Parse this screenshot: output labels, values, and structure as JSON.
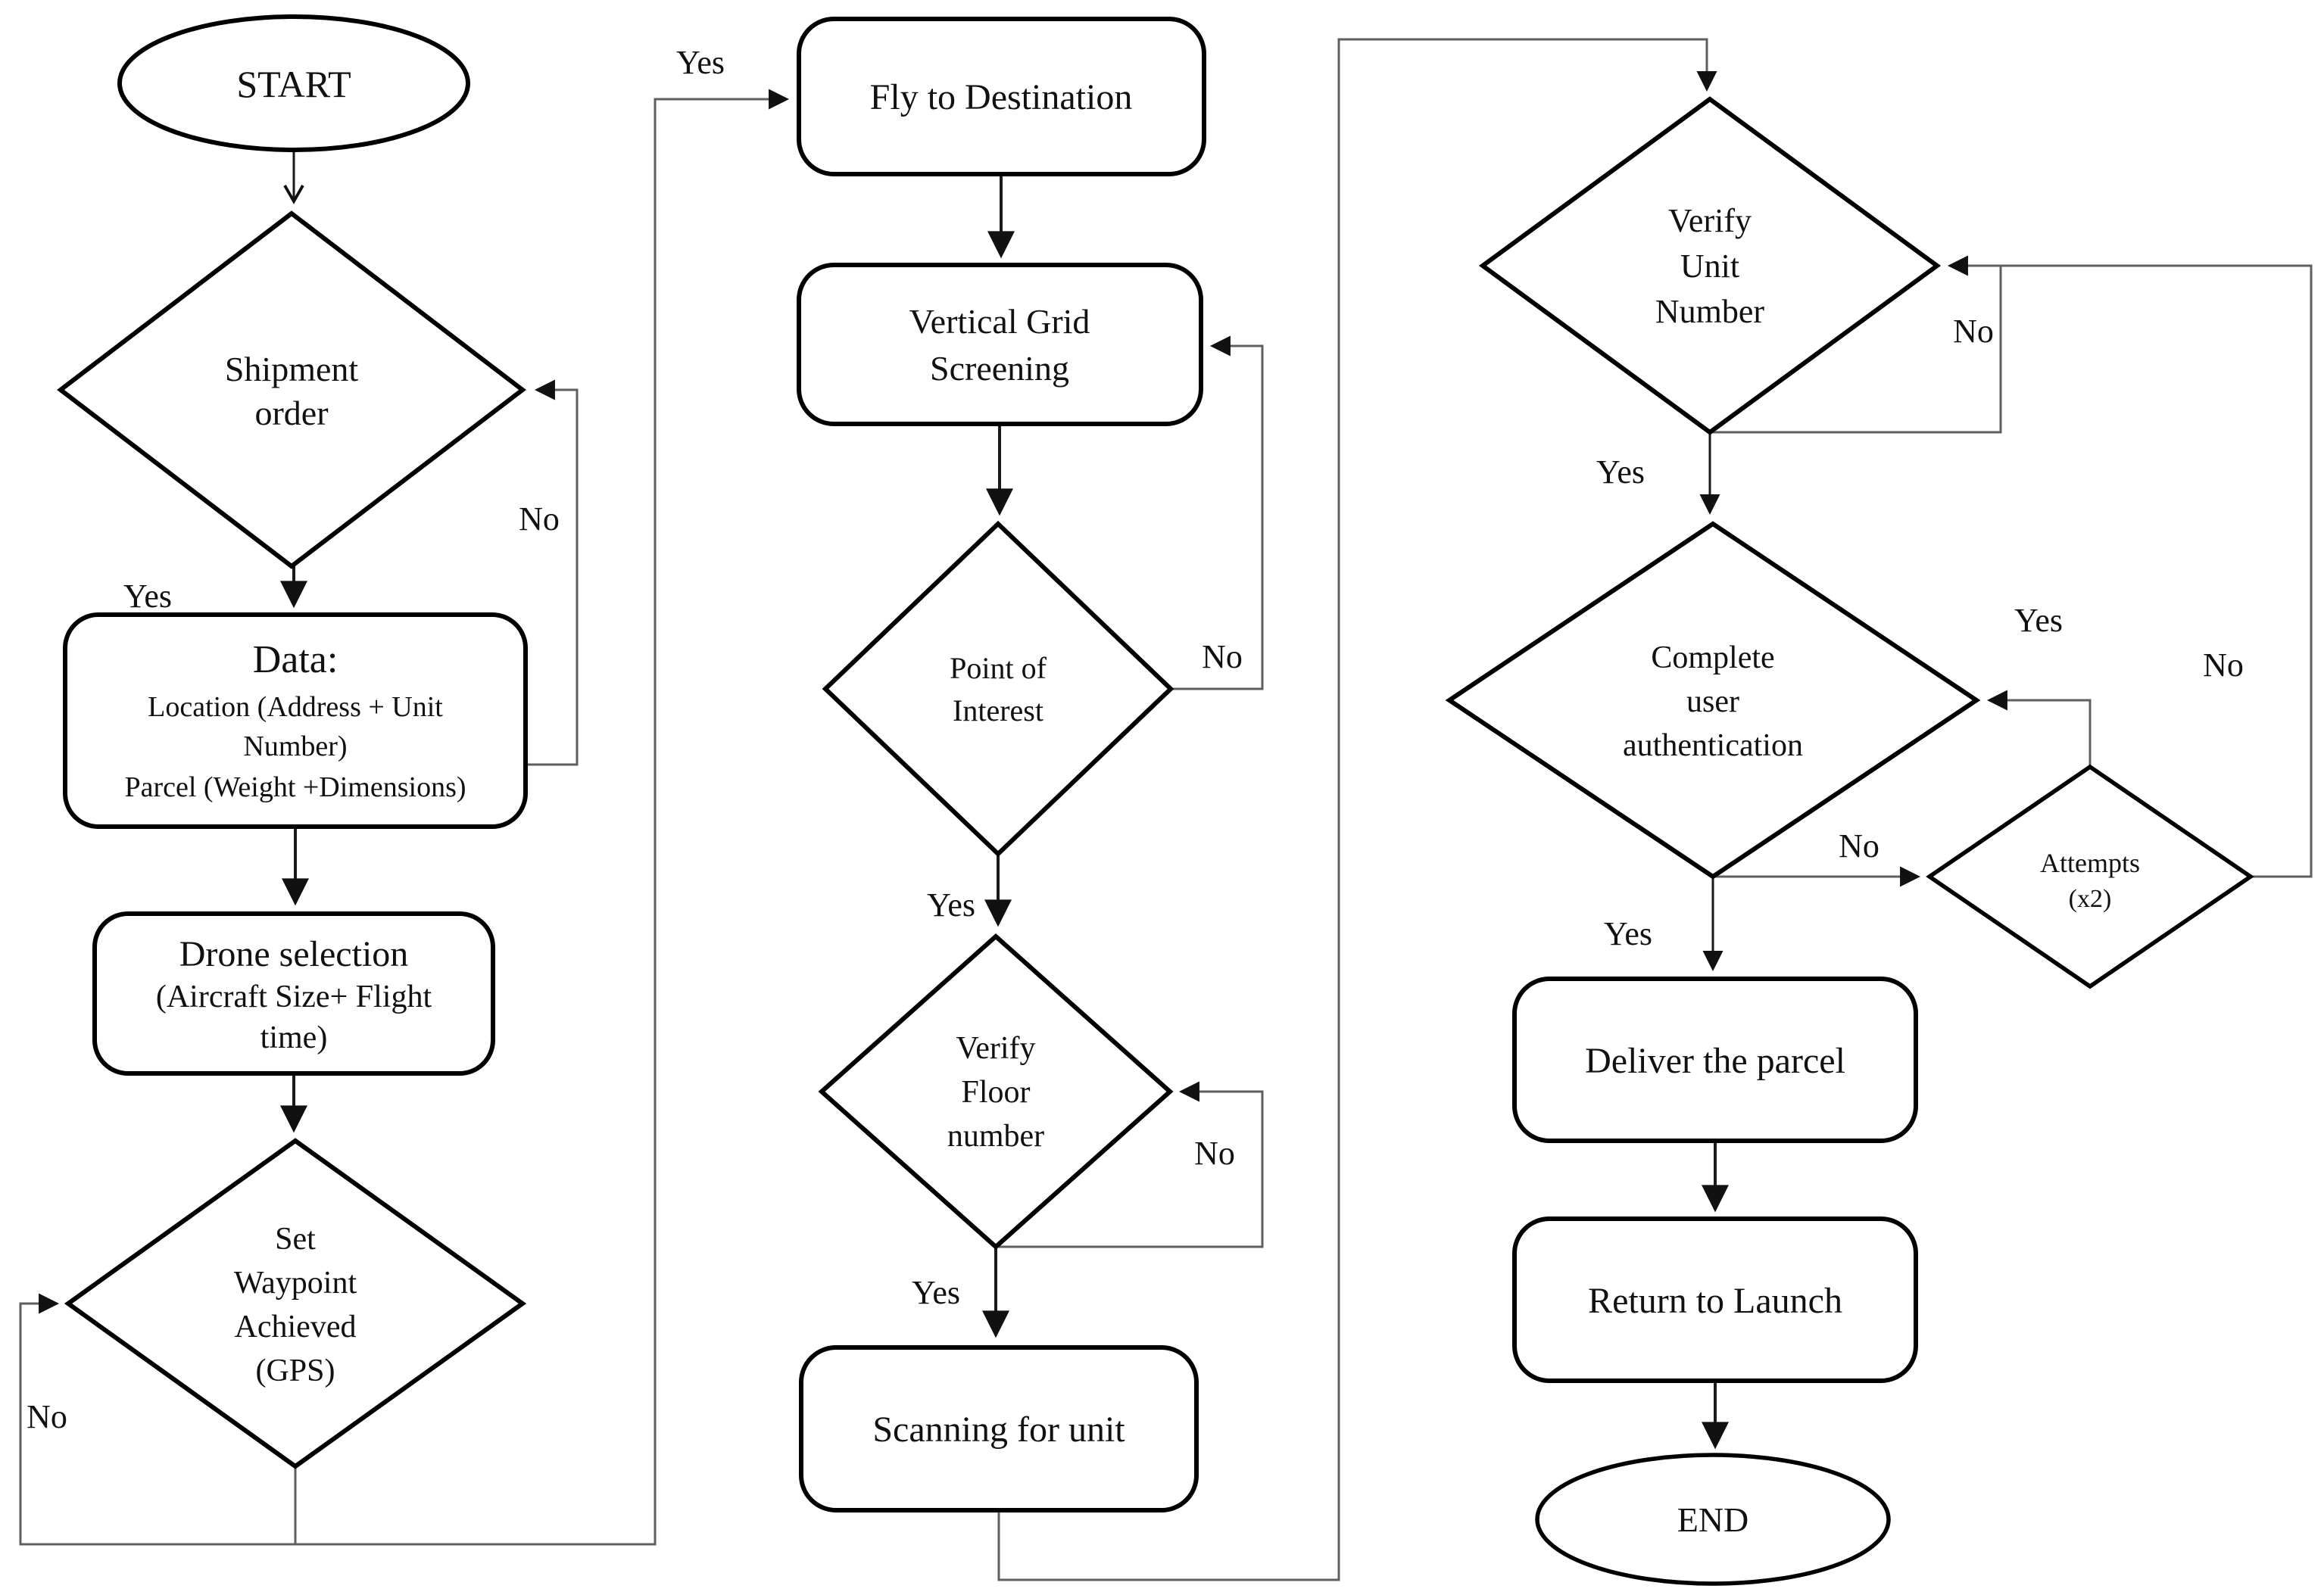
{
  "diagram": {
    "kind": "flowchart",
    "background_color": "#ffffff",
    "shape_stroke_color": "#000000",
    "connector_color": "#5f5f5f",
    "text_color": "#111111"
  },
  "nodes": {
    "start": {
      "shape": "terminator",
      "lines": [
        "START"
      ]
    },
    "shipment_order": {
      "shape": "decision",
      "lines": [
        "Shipment",
        "order"
      ]
    },
    "data": {
      "shape": "process",
      "lines": [
        "Data:",
        "Location (Address + Unit",
        "Number)",
        "Parcel (Weight +Dimensions)"
      ]
    },
    "drone_selection": {
      "shape": "process",
      "lines": [
        "Drone selection",
        "(Aircraft Size+ Flight",
        "time)"
      ]
    },
    "set_waypoint": {
      "shape": "decision",
      "lines": [
        "Set",
        "Waypoint",
        "Achieved",
        "(GPS)"
      ]
    },
    "fly_to_destination": {
      "shape": "process",
      "lines": [
        "Fly to Destination"
      ]
    },
    "vertical_grid_screening": {
      "shape": "process",
      "lines": [
        "Vertical Grid",
        "Screening"
      ]
    },
    "point_of_interest": {
      "shape": "decision",
      "lines": [
        "Point of",
        "Interest"
      ]
    },
    "verify_floor": {
      "shape": "decision",
      "lines": [
        "Verify",
        "Floor",
        "number"
      ]
    },
    "scanning_for_unit": {
      "shape": "process",
      "lines": [
        "Scanning for unit"
      ]
    },
    "verify_unit_number": {
      "shape": "decision",
      "lines": [
        "Verify",
        "Unit",
        "Number"
      ]
    },
    "complete_user_authentication": {
      "shape": "decision",
      "lines": [
        "Complete",
        "user",
        "authentication"
      ]
    },
    "attempts": {
      "shape": "decision",
      "lines": [
        "Attempts",
        "(x2)"
      ]
    },
    "deliver_parcel": {
      "shape": "process",
      "lines": [
        "Deliver the parcel"
      ]
    },
    "return_to_launch": {
      "shape": "process",
      "lines": [
        "Return to Launch"
      ]
    },
    "end": {
      "shape": "terminator",
      "lines": [
        "END"
      ]
    }
  },
  "edges": [
    {
      "from": "start",
      "to": "shipment_order",
      "label": ""
    },
    {
      "from": "shipment_order",
      "to": "data",
      "label": "Yes"
    },
    {
      "from": "data",
      "to": "shipment_order",
      "label": "No"
    },
    {
      "from": "data",
      "to": "drone_selection",
      "label": ""
    },
    {
      "from": "drone_selection",
      "to": "set_waypoint",
      "label": ""
    },
    {
      "from": "set_waypoint",
      "to": "set_waypoint",
      "label": "No"
    },
    {
      "from": "set_waypoint",
      "to": "fly_to_destination",
      "label": "Yes"
    },
    {
      "from": "fly_to_destination",
      "to": "vertical_grid_screening",
      "label": ""
    },
    {
      "from": "vertical_grid_screening",
      "to": "point_of_interest",
      "label": ""
    },
    {
      "from": "point_of_interest",
      "to": "vertical_grid_screening",
      "label": "No"
    },
    {
      "from": "point_of_interest",
      "to": "verify_floor",
      "label": "Yes"
    },
    {
      "from": "verify_floor",
      "to": "verify_floor",
      "label": "No"
    },
    {
      "from": "verify_floor",
      "to": "scanning_for_unit",
      "label": "Yes"
    },
    {
      "from": "scanning_for_unit",
      "to": "verify_unit_number",
      "label": ""
    },
    {
      "from": "verify_unit_number",
      "to": "verify_unit_number",
      "label": "No"
    },
    {
      "from": "verify_unit_number",
      "to": "complete_user_authentication",
      "label": "Yes"
    },
    {
      "from": "complete_user_authentication",
      "to": "attempts",
      "label": "No"
    },
    {
      "from": "attempts",
      "to": "complete_user_authentication",
      "label": "Yes"
    },
    {
      "from": "attempts",
      "to": "verify_unit_number",
      "label": "No"
    },
    {
      "from": "complete_user_authentication",
      "to": "deliver_parcel",
      "label": "Yes"
    },
    {
      "from": "deliver_parcel",
      "to": "return_to_launch",
      "label": ""
    },
    {
      "from": "return_to_launch",
      "to": "end",
      "label": ""
    }
  ]
}
